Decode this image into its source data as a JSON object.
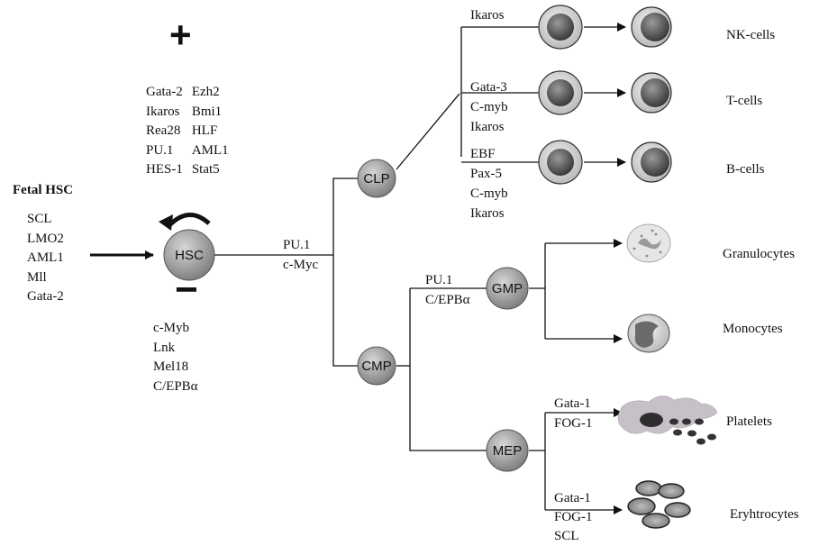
{
  "nodes": {
    "hsc": "HSC",
    "clp": "CLP",
    "cmp": "CMP",
    "gmp": "GMP",
    "mep": "MEP"
  },
  "fetal": {
    "title": "Fetal HSC",
    "factors": [
      "SCL",
      "LMO2",
      "AML1",
      "Mll",
      "Gata-2"
    ]
  },
  "positive": {
    "symbol": "+",
    "col1": [
      "Gata-2",
      "Ikaros",
      "Rea28",
      "PU.1",
      "HES-1"
    ],
    "col2": [
      "Ezh2",
      "Bmi1",
      "HLF",
      "AML1",
      "Stat5"
    ]
  },
  "negative": {
    "symbol": "−",
    "factors": [
      "c-Myb",
      "Lnk",
      "Mel18",
      "C/EPBα"
    ]
  },
  "hsc_to_progenitors": [
    "PU.1",
    "c-Myc"
  ],
  "cmp_to_gmp": [
    "PU.1",
    "C/EPBα"
  ],
  "branches": {
    "nk": {
      "factors": [
        "Ikaros"
      ],
      "cell": "NK-cells"
    },
    "t": {
      "factors": [
        "Gata-3",
        "C-myb",
        "Ikaros"
      ],
      "cell": "T-cells"
    },
    "b": {
      "factors": [
        "EBF",
        "Pax-5",
        "C-myb",
        "Ikaros"
      ],
      "cell": "B-cells"
    },
    "granulocytes": {
      "cell": "Granulocytes"
    },
    "monocytes": {
      "cell": "Monocytes"
    },
    "platelets": {
      "factors": [
        "Gata-1",
        "FOG-1"
      ],
      "cell": "Platelets"
    },
    "erythrocytes": {
      "factors": [
        "Gata-1",
        "FOG-1",
        "SCL"
      ],
      "cell": "Eryhtrocytes"
    }
  },
  "colors": {
    "node_fill": "#9a9a9a",
    "cell_outer": "#d9d9d9",
    "cell_nucleus": "#555555",
    "platelet_body": "#c8c0c8",
    "line": "#111111"
  }
}
